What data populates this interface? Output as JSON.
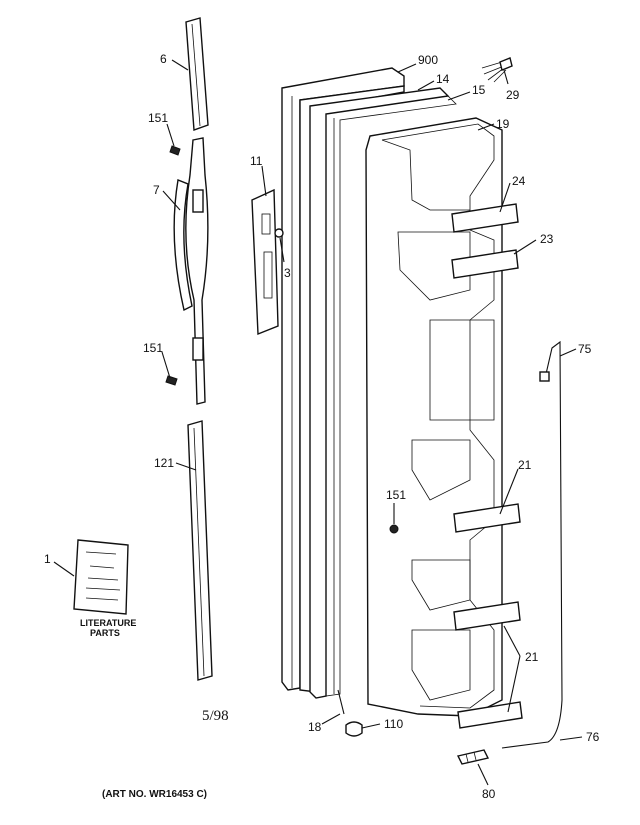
{
  "callouts": {
    "c900": "900",
    "c14": "14",
    "c15": "15",
    "c19": "19",
    "c29": "29",
    "c6": "6",
    "c151_top": "151",
    "c151_mid": "151",
    "c151_right": "151",
    "c7": "7",
    "c11": "11",
    "c3": "3",
    "c24": "24",
    "c23": "23",
    "c75": "75",
    "c121": "121",
    "c21_upper": "21",
    "c21_lower": "21",
    "c1": "1",
    "c18": "18",
    "c110": "110",
    "c76": "76",
    "c80": "80"
  },
  "literature": {
    "line1": "LITERATURE",
    "line2": "PARTS"
  },
  "date_code": "5/98",
  "art_number": "(ART NO. WR16453 C)"
}
